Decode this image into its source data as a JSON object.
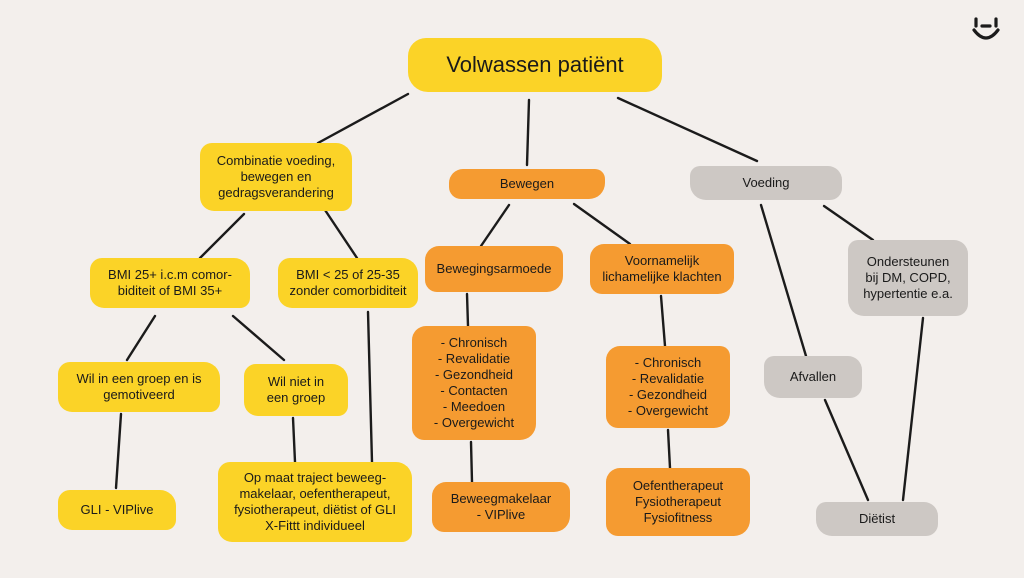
{
  "diagram": {
    "root": "Volwassen patiënt",
    "combinatie": "Combinatie voeding,\nbewegen en\ngedragsverandering",
    "bewegen": "Bewegen",
    "voeding": "Voeding",
    "bmi_25": "BMI 25+ i.c.m comor-\nbiditeit of BMI 35+",
    "bmi_lt25": "BMI < 25 of 25-35\nzonder comorbiditeit",
    "bewegingsarmoede": "Bewegingsarmoede",
    "klachten": "Voornamelijk\nlichamelijke klachten",
    "ondersteunen": "Ondersteunen\nbij DM, COPD,\nhypertentie e.a.",
    "groep_ja": "Wil in een groep en is\ngemotiveerd",
    "groep_nee": "Wil niet in\neen groep",
    "armoede_lijst": "- Chronisch\n- Revalidatie\n- Gezondheid\n- Contacten\n- Meedoen\n- Overgewicht",
    "klachten_lijst": "- Chronisch\n- Revalidatie\n- Gezondheid\n- Overgewicht",
    "afvallen": "Afvallen",
    "gli": "GLI - VIPlive",
    "op_maat": "Op maat traject beweeg-\nmakelaar, oefentherapeut,\nfysiotherapeut, diëtist of GLI\nX-Fittt individueel",
    "beweegmakelaar": "Beweegmakelaar\n- VIPlive",
    "oefentherapeut": "Oefentherapeut\nFysiotherapeut\nFysiofitness",
    "dietist": "Diëtist"
  },
  "colors": {
    "yellow": "#fbd327",
    "orange": "#f59b31",
    "gray": "#cdc8c4",
    "background": "#f3efec",
    "line": "#1b1b1b"
  },
  "icons": {
    "logo": "smile-logo-icon"
  }
}
